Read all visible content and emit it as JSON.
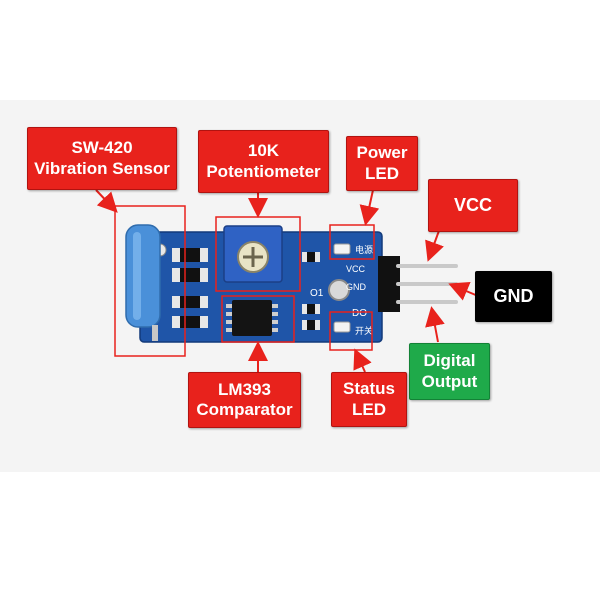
{
  "labels": {
    "vibration_sensor": "SW-420\nVibration Sensor",
    "potentiometer": "10K\nPotentiometer",
    "power_led": "Power\nLED",
    "vcc": "VCC",
    "gnd": "GND",
    "digital_output": "Digital\nOutput",
    "comparator": "LM393\nComparator",
    "status_led": "Status\nLED"
  },
  "board_silkscreen": {
    "vcc": "VCC",
    "gnd": "GND",
    "do": "DO",
    "o1": "O1",
    "power_cn": "电源",
    "switch_cn": "开关"
  },
  "colors": {
    "callout_red": "#e8221c",
    "callout_black": "#000000",
    "callout_green": "#1faa4a",
    "board_blue": "#1f55a8",
    "sensor_blue": "#4a90d9"
  }
}
